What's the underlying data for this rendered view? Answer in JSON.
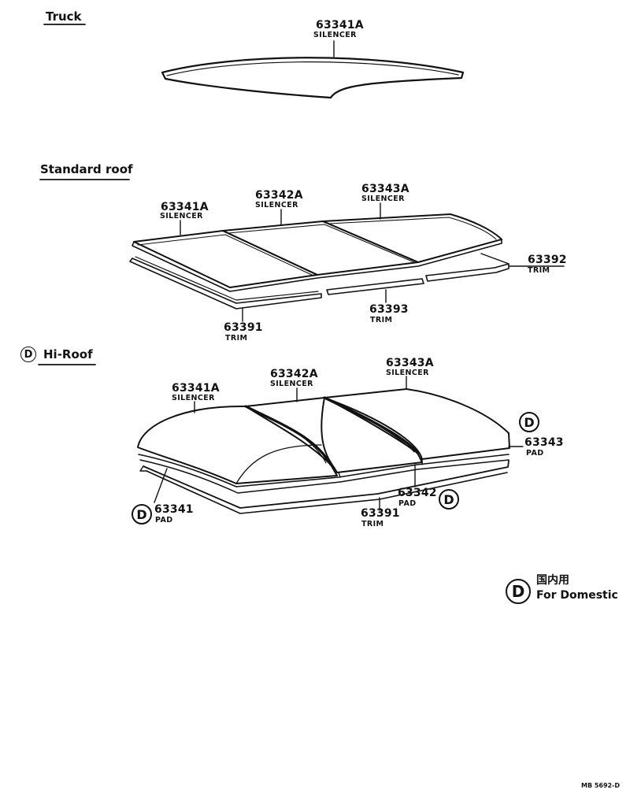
{
  "sections": {
    "truck": "Truck",
    "standard": "Standard roof",
    "hiroof_badge": "D",
    "hiroof": "Hi-Roof"
  },
  "truck_parts": {
    "p1_num": "63341A",
    "p1_name": "SILENCER"
  },
  "standard_parts": {
    "p1_num": "63341A",
    "p1_name": "SILENCER",
    "p2_num": "63342A",
    "p2_name": "SILENCER",
    "p3_num": "63343A",
    "p3_name": "SILENCER",
    "p4_num": "63392",
    "p4_name": "TRIM",
    "p5_num": "63393",
    "p5_name": "TRIM",
    "p6_num": "63391",
    "p6_name": "TRIM"
  },
  "hiroof_parts": {
    "p1_num": "63341A",
    "p1_name": "SILENCER",
    "p2_num": "63342A",
    "p2_name": "SILENCER",
    "p3_num": "63343A",
    "p3_name": "SILENCER",
    "p4_badge": "D",
    "p4_num": "63343",
    "p4_name": "PAD",
    "p5_num": "63342",
    "p5_name": "PAD",
    "p5_badge": "D",
    "p6_badge": "D",
    "p6_num": "63341",
    "p6_name": "PAD",
    "p7_num": "63391",
    "p7_name": "TRIM"
  },
  "legend": {
    "badge": "D",
    "jp": "国内用",
    "en": "For Domestic"
  },
  "footer_code": "MB 5692-D"
}
